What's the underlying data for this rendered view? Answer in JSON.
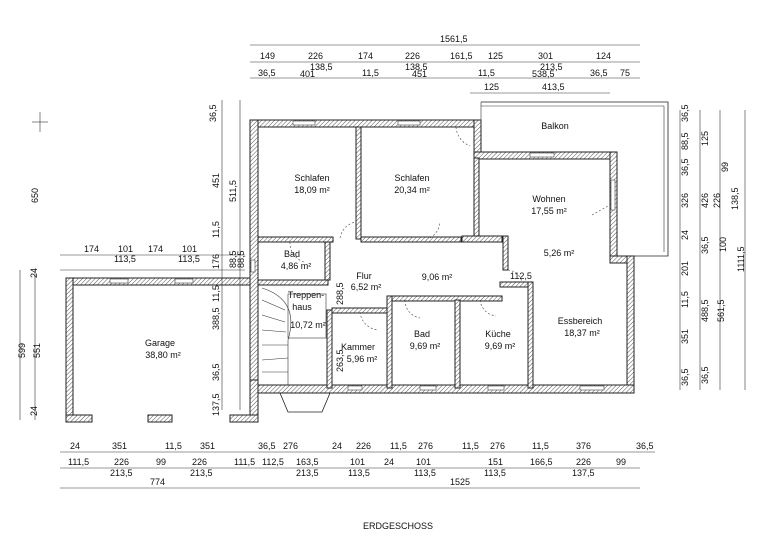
{
  "plan_title": "ERDGESCHOSS",
  "rooms": [
    {
      "name": "Schlafen",
      "area": "18,09 m²"
    },
    {
      "name": "Schlafen",
      "area": "20,34 m²"
    },
    {
      "name": "Wohnen",
      "area": "17,55 m²"
    },
    {
      "name": "Balkon",
      "area": ""
    },
    {
      "name": "Bad",
      "area": "4,86 m²"
    },
    {
      "name": "Flur",
      "area": "6,52 m²"
    },
    {
      "name": "Treppen-",
      "area": "haus"
    },
    {
      "name": "",
      "area": "10,72 m²"
    },
    {
      "name": "Garage",
      "area": "38,80 m²"
    },
    {
      "name": "Kammer",
      "area": "5,96 m²"
    },
    {
      "name": "Bad",
      "area": "9,69 m²"
    },
    {
      "name": "Küche",
      "area": "9,69 m²"
    },
    {
      "name": "Essbereich",
      "area": "18,37 m²"
    },
    {
      "name": "",
      "area": "9,06 m²"
    },
    {
      "name": "",
      "area": "5,26 m²"
    }
  ],
  "dims_top": [
    "1561,5",
    "149",
    "226",
    "174",
    "226",
    "161,5",
    "125",
    "301",
    "124",
    "138,5",
    "138,5",
    "213,5",
    "36,5",
    "401",
    "11,5",
    "451",
    "11,5",
    "538,5",
    "36,5",
    "75",
    "125",
    "413,5"
  ],
  "dims_bottom": [
    "24",
    "351",
    "11,5",
    "351",
    "36,5",
    "276",
    "24",
    "226",
    "11,5",
    "276",
    "11,5",
    "276",
    "11,5",
    "376",
    "36,5",
    "111,5",
    "226",
    "99",
    "226",
    "111,5",
    "112,5",
    "163,5",
    "101",
    "24",
    "101",
    "151",
    "166,5",
    "226",
    "99",
    "213,5",
    "213,5",
    "213,5",
    "113,5",
    "113,5",
    "113,5",
    "137,5",
    "774",
    "1525"
  ],
  "dims_left": [
    "650",
    "599",
    "551",
    "24",
    "24",
    "174",
    "101",
    "113,5",
    "174",
    "101",
    "113,5"
  ],
  "dims_mid": [
    "36,5",
    "451",
    "511,5",
    "11,5",
    "88,5",
    "88,5",
    "176",
    "11,5",
    "388,5",
    "36,5",
    "137,5",
    "288,5",
    "263,5",
    "112,5"
  ],
  "dims_right": [
    "36,5",
    "88,5",
    "125",
    "36,5",
    "99",
    "326",
    "426",
    "226",
    "138,5",
    "24",
    "36,5",
    "100",
    "201",
    "1111,5",
    "11,5",
    "488,5",
    "561,5",
    "351",
    "36,5",
    "36,5"
  ]
}
